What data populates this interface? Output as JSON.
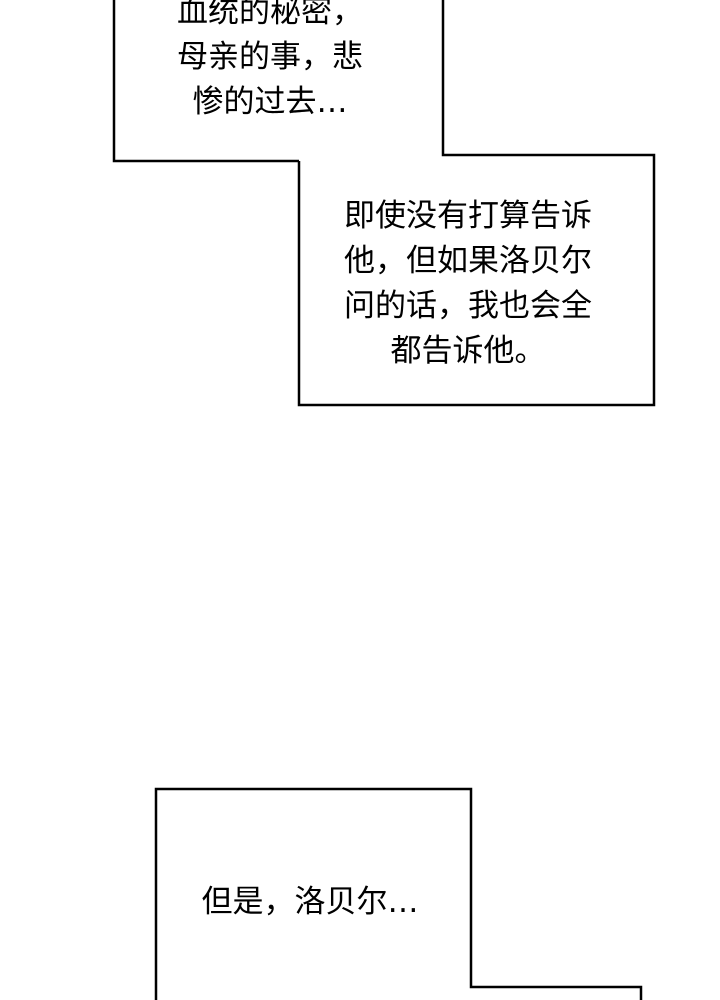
{
  "colors": {
    "background": "#ffffff",
    "border": "#000000",
    "text": "#000000"
  },
  "boxes": [
    {
      "lines": [
        "血统的秘密，",
        "母亲的事，悲",
        "惨的过去…"
      ]
    },
    {
      "lines": [
        "即使没有打算告诉",
        "他，但如果洛贝尔",
        "问的话，我也会全",
        "都告诉他。"
      ]
    },
    {
      "lines": [
        "但是，洛贝尔…"
      ]
    }
  ]
}
